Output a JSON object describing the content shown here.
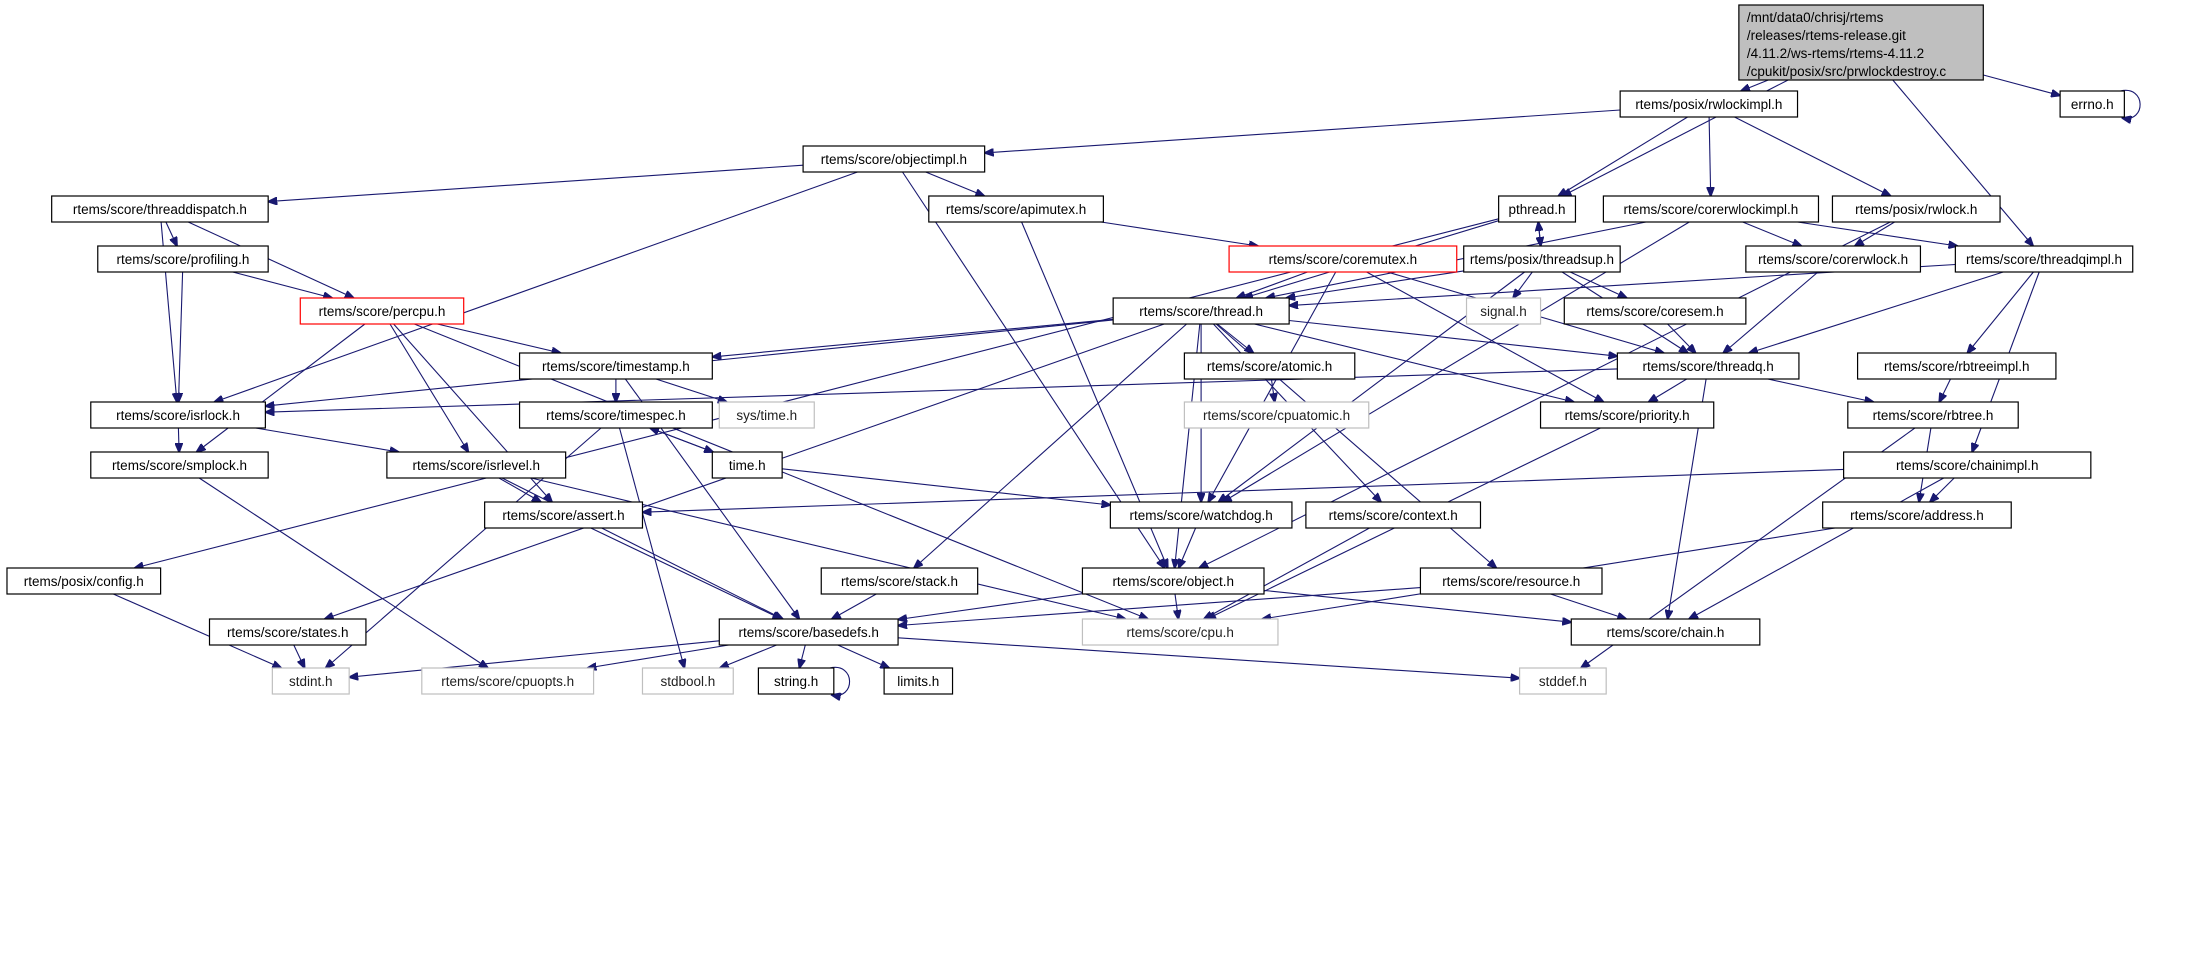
{
  "colors": {
    "edge": "#191970",
    "root_fill": "#bfbfbf",
    "node_border": "#000000",
    "truncated_border": "#ff0000",
    "external_border": "#bfbfbf"
  },
  "nodes": {
    "root": {
      "label_lines": [
        "/mnt/data0/chrisj/rtems",
        "/releases/rtems-release.git",
        "/4.11.2/ws-rtems/rtems-4.11.2",
        "/cpukit/posix/src/prwlockdestroy.c"
      ],
      "kind": "root"
    },
    "rwlockimpl": {
      "label": "rtems/posix/rwlockimpl.h",
      "kind": "normal"
    },
    "errno": {
      "label": "errno.h",
      "kind": "normal"
    },
    "objectimpl": {
      "label": "rtems/score/objectimpl.h",
      "kind": "normal"
    },
    "threaddispatch": {
      "label": "rtems/score/threaddispatch.h",
      "kind": "normal"
    },
    "apimutex": {
      "label": "rtems/score/apimutex.h",
      "kind": "normal"
    },
    "pthread": {
      "label": "pthread.h",
      "kind": "normal"
    },
    "corerwlockimpl": {
      "label": "rtems/score/corerwlockimpl.h",
      "kind": "normal"
    },
    "posixrwlock": {
      "label": "rtems/posix/rwlock.h",
      "kind": "normal"
    },
    "profiling": {
      "label": "rtems/score/profiling.h",
      "kind": "normal"
    },
    "coremutex": {
      "label": "rtems/score/coremutex.h",
      "kind": "truncated"
    },
    "threadsup": {
      "label": "rtems/posix/threadsup.h",
      "kind": "normal"
    },
    "corerwlock": {
      "label": "rtems/score/corerwlock.h",
      "kind": "normal"
    },
    "threadqimpl": {
      "label": "rtems/score/threadqimpl.h",
      "kind": "normal"
    },
    "percpu": {
      "label": "rtems/score/percpu.h",
      "kind": "truncated"
    },
    "thread": {
      "label": "rtems/score/thread.h",
      "kind": "normal"
    },
    "signal": {
      "label": "signal.h",
      "kind": "external"
    },
    "coresem": {
      "label": "rtems/score/coresem.h",
      "kind": "normal"
    },
    "timestamp": {
      "label": "rtems/score/timestamp.h",
      "kind": "normal"
    },
    "atomic": {
      "label": "rtems/score/atomic.h",
      "kind": "normal"
    },
    "threadq": {
      "label": "rtems/score/threadq.h",
      "kind": "normal"
    },
    "rbtreeimpl": {
      "label": "rtems/score/rbtreeimpl.h",
      "kind": "normal"
    },
    "isrlock": {
      "label": "rtems/score/isrlock.h",
      "kind": "normal"
    },
    "timespec": {
      "label": "rtems/score/timespec.h",
      "kind": "normal"
    },
    "systime": {
      "label": "sys/time.h",
      "kind": "external"
    },
    "cpuatomic": {
      "label": "rtems/score/cpuatomic.h",
      "kind": "external"
    },
    "priority": {
      "label": "rtems/score/priority.h",
      "kind": "normal"
    },
    "rbtree": {
      "label": "rtems/score/rbtree.h",
      "kind": "normal"
    },
    "smplock": {
      "label": "rtems/score/smplock.h",
      "kind": "normal"
    },
    "isrlevel": {
      "label": "rtems/score/isrlevel.h",
      "kind": "normal"
    },
    "time": {
      "label": "time.h",
      "kind": "normal"
    },
    "chainimpl": {
      "label": "rtems/score/chainimpl.h",
      "kind": "normal"
    },
    "assert": {
      "label": "rtems/score/assert.h",
      "kind": "normal"
    },
    "watchdog": {
      "label": "rtems/score/watchdog.h",
      "kind": "normal"
    },
    "context": {
      "label": "rtems/score/context.h",
      "kind": "normal"
    },
    "address": {
      "label": "rtems/score/address.h",
      "kind": "normal"
    },
    "config": {
      "label": "rtems/posix/config.h",
      "kind": "normal"
    },
    "stack": {
      "label": "rtems/score/stack.h",
      "kind": "normal"
    },
    "object": {
      "label": "rtems/score/object.h",
      "kind": "normal"
    },
    "resource": {
      "label": "rtems/score/resource.h",
      "kind": "normal"
    },
    "states": {
      "label": "rtems/score/states.h",
      "kind": "normal"
    },
    "basedefs": {
      "label": "rtems/score/basedefs.h",
      "kind": "normal"
    },
    "cpu": {
      "label": "rtems/score/cpu.h",
      "kind": "external"
    },
    "chain": {
      "label": "rtems/score/chain.h",
      "kind": "normal"
    },
    "stdint": {
      "label": "stdint.h",
      "kind": "external"
    },
    "cpuopts": {
      "label": "rtems/score/cpuopts.h",
      "kind": "external"
    },
    "stdbool": {
      "label": "stdbool.h",
      "kind": "external"
    },
    "string": {
      "label": "string.h",
      "kind": "normal"
    },
    "limits": {
      "label": "limits.h",
      "kind": "normal"
    },
    "stddef": {
      "label": "stddef.h",
      "kind": "external"
    }
  },
  "edges": [
    [
      "root",
      "pthread"
    ],
    [
      "root",
      "rwlockimpl"
    ],
    [
      "root",
      "threadqimpl"
    ],
    [
      "root",
      "errno"
    ],
    [
      "errno",
      "errno"
    ],
    [
      "rwlockimpl",
      "objectimpl"
    ],
    [
      "rwlockimpl",
      "pthread"
    ],
    [
      "rwlockimpl",
      "corerwlockimpl"
    ],
    [
      "rwlockimpl",
      "posixrwlock"
    ],
    [
      "objectimpl",
      "threaddispatch"
    ],
    [
      "objectimpl",
      "isrlock"
    ],
    [
      "objectimpl",
      "object"
    ],
    [
      "objectimpl",
      "apimutex"
    ],
    [
      "threaddispatch",
      "isrlock"
    ],
    [
      "threaddispatch",
      "profiling"
    ],
    [
      "threaddispatch",
      "percpu"
    ],
    [
      "apimutex",
      "object"
    ],
    [
      "apimutex",
      "coremutex"
    ],
    [
      "pthread",
      "config"
    ],
    [
      "pthread",
      "thread"
    ],
    [
      "pthread",
      "threadsup"
    ],
    [
      "threadsup",
      "pthread"
    ],
    [
      "threadsup",
      "thread"
    ],
    [
      "threadsup",
      "watchdog"
    ],
    [
      "threadsup",
      "signal"
    ],
    [
      "threadsup",
      "coresem"
    ],
    [
      "threadsup",
      "threadq"
    ],
    [
      "corerwlockimpl",
      "thread"
    ],
    [
      "corerwlockimpl",
      "corerwlock"
    ],
    [
      "corerwlockimpl",
      "threadqimpl"
    ],
    [
      "corerwlockimpl",
      "watchdog"
    ],
    [
      "posixrwlock",
      "corerwlock"
    ],
    [
      "posixrwlock",
      "object"
    ],
    [
      "profiling",
      "isrlock"
    ],
    [
      "profiling",
      "percpu"
    ],
    [
      "coremutex",
      "thread"
    ],
    [
      "coremutex",
      "watchdog"
    ],
    [
      "coremutex",
      "threadq"
    ],
    [
      "coremutex",
      "priority"
    ],
    [
      "corerwlock",
      "threadq"
    ],
    [
      "threadqimpl",
      "thread"
    ],
    [
      "threadqimpl",
      "threadq"
    ],
    [
      "threadqimpl",
      "rbtreeimpl"
    ],
    [
      "threadqimpl",
      "chainimpl"
    ],
    [
      "percpu",
      "timestamp"
    ],
    [
      "percpu",
      "cpu"
    ],
    [
      "percpu",
      "isrlevel"
    ],
    [
      "percpu",
      "smplock"
    ],
    [
      "percpu",
      "assert"
    ],
    [
      "thread",
      "isrlock"
    ],
    [
      "thread",
      "timestamp"
    ],
    [
      "thread",
      "atomic"
    ],
    [
      "thread",
      "threadq"
    ],
    [
      "thread",
      "priority"
    ],
    [
      "thread",
      "watchdog"
    ],
    [
      "thread",
      "object"
    ],
    [
      "thread",
      "context"
    ],
    [
      "thread",
      "resource"
    ],
    [
      "thread",
      "stack"
    ],
    [
      "thread",
      "states"
    ],
    [
      "coresem",
      "threadq"
    ],
    [
      "timestamp",
      "timespec"
    ],
    [
      "timestamp",
      "systime"
    ],
    [
      "timestamp",
      "basedefs"
    ],
    [
      "atomic",
      "cpuatomic"
    ],
    [
      "threadq",
      "isrlock"
    ],
    [
      "threadq",
      "priority"
    ],
    [
      "threadq",
      "chain"
    ],
    [
      "threadq",
      "rbtree"
    ],
    [
      "rbtreeimpl",
      "rbtree"
    ],
    [
      "isrlock",
      "smplock"
    ],
    [
      "isrlock",
      "isrlevel"
    ],
    [
      "timespec",
      "stdint"
    ],
    [
      "timespec",
      "stdbool"
    ],
    [
      "timespec",
      "time"
    ],
    [
      "time",
      "timespec"
    ],
    [
      "time",
      "watchdog"
    ],
    [
      "priority",
      "cpu"
    ],
    [
      "rbtree",
      "address"
    ],
    [
      "rbtree",
      "stddef"
    ],
    [
      "smplock",
      "cpuopts"
    ],
    [
      "isrlevel",
      "assert"
    ],
    [
      "isrlevel",
      "cpu"
    ],
    [
      "isrlevel",
      "basedefs"
    ],
    [
      "chainimpl",
      "assert"
    ],
    [
      "chainimpl",
      "address"
    ],
    [
      "chainimpl",
      "chain"
    ],
    [
      "assert",
      "basedefs"
    ],
    [
      "watchdog",
      "object"
    ],
    [
      "context",
      "cpu"
    ],
    [
      "address",
      "cpu"
    ],
    [
      "config",
      "stdint"
    ],
    [
      "stack",
      "basedefs"
    ],
    [
      "object",
      "basedefs"
    ],
    [
      "object",
      "cpu"
    ],
    [
      "object",
      "chain"
    ],
    [
      "resource",
      "basedefs"
    ],
    [
      "resource",
      "chain"
    ],
    [
      "states",
      "stdint"
    ],
    [
      "basedefs",
      "stdint"
    ],
    [
      "basedefs",
      "cpuopts"
    ],
    [
      "basedefs",
      "stdbool"
    ],
    [
      "basedefs",
      "string"
    ],
    [
      "basedefs",
      "limits"
    ],
    [
      "basedefs",
      "stddef"
    ],
    [
      "string",
      "string"
    ]
  ]
}
